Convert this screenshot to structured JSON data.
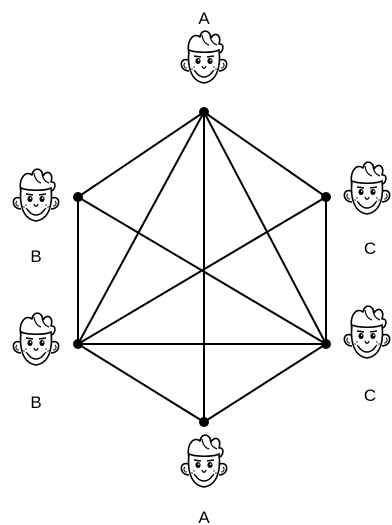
{
  "diagram": {
    "nodes": [
      {
        "id": "top",
        "label": "A",
        "icon": "boy-face-icon"
      },
      {
        "id": "upper-left",
        "label": "B",
        "icon": "boy-face-icon"
      },
      {
        "id": "lower-left",
        "label": "B",
        "icon": "boy-face-icon"
      },
      {
        "id": "bottom",
        "label": "A",
        "icon": "boy-face-icon"
      },
      {
        "id": "lower-right",
        "label": "C",
        "icon": "boy-face-icon"
      },
      {
        "id": "upper-right",
        "label": "C",
        "icon": "boy-face-icon"
      }
    ],
    "edges": [
      [
        "top",
        "upper-left"
      ],
      [
        "top",
        "upper-right"
      ],
      [
        "top",
        "lower-left"
      ],
      [
        "top",
        "lower-right"
      ],
      [
        "top",
        "bottom"
      ],
      [
        "upper-left",
        "lower-left"
      ],
      [
        "upper-left",
        "lower-right"
      ],
      [
        "upper-right",
        "lower-right"
      ],
      [
        "upper-right",
        "lower-left"
      ],
      [
        "lower-left",
        "lower-right"
      ],
      [
        "lower-left",
        "bottom"
      ],
      [
        "lower-right",
        "bottom"
      ]
    ],
    "colors": {
      "line": "#000000",
      "skin": "#ffffff",
      "outline": "#000000"
    }
  }
}
